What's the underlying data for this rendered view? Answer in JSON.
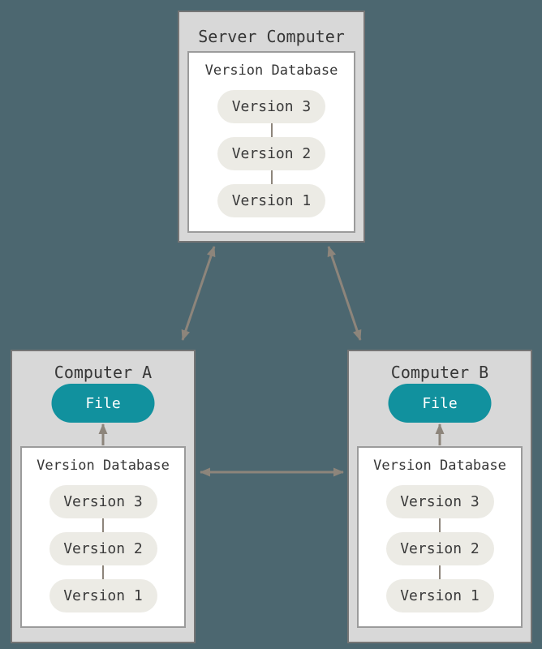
{
  "colors": {
    "background": "#4C6770",
    "machine_fill": "#D8D8D8",
    "machine_border": "#757575",
    "database_fill": "#FFFFFF",
    "database_border": "#9B9B9B",
    "version_pill_fill": "#ECEBE5",
    "file_pill_fill": "#11919E",
    "file_pill_text": "#FFFFFF",
    "arrow": "#8D857B",
    "text": "#363636"
  },
  "server": {
    "title": "Server Computer",
    "database": {
      "title": "Version Database",
      "versions": [
        "Version 3",
        "Version 2",
        "Version 1"
      ]
    }
  },
  "computer_a": {
    "title": "Computer A",
    "file_label": "File",
    "database": {
      "title": "Version Database",
      "versions": [
        "Version 3",
        "Version 2",
        "Version 1"
      ]
    }
  },
  "computer_b": {
    "title": "Computer B",
    "file_label": "File",
    "database": {
      "title": "Version Database",
      "versions": [
        "Version 3",
        "Version 2",
        "Version 1"
      ]
    }
  }
}
